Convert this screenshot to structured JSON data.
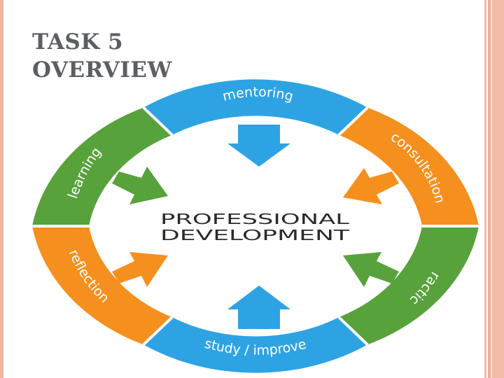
{
  "title": {
    "line1": "TASK 5",
    "line2": "OVERVIEW"
  },
  "diagram": {
    "center": {
      "line1": "PROFESSIONAL",
      "line2": "DEVELOPMENT"
    },
    "segments": [
      {
        "label": "mentoring",
        "color": "#2ea3e4"
      },
      {
        "label": "consultation",
        "color": "#f5901e"
      },
      {
        "label": "practice",
        "color": "#58a23c"
      },
      {
        "label": "study / improve",
        "color": "#2ea3e4"
      },
      {
        "label": "reflection",
        "color": "#f5901e"
      },
      {
        "label": "learning",
        "color": "#58a23c"
      }
    ]
  },
  "colors": {
    "title": "#5b5e63",
    "border": "#f1b7a5",
    "center_text": "#2b2b2b"
  }
}
